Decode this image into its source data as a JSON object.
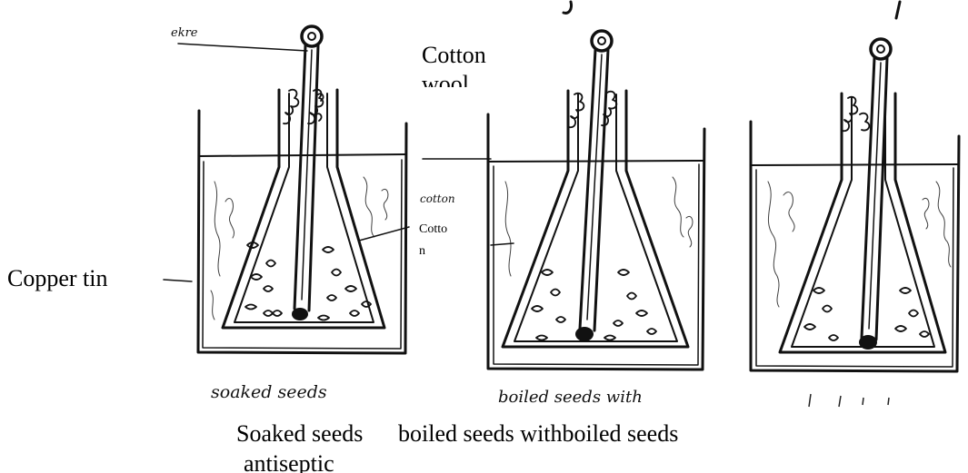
{
  "labels": {
    "thermometer_hand": "ekre",
    "cotton_wool_line1": "Cotton",
    "cotton_wool_line2": "wool",
    "cotton_small_hand": "cotton",
    "cotton_boxed_line1": "Cotto",
    "cotton_boxed_line2": "n",
    "copper_tin": "Copper tin"
  },
  "handwritten_captions": {
    "flask_1": "soaked seeds",
    "flask_2": "boiled seeds with"
  },
  "captions": {
    "flask_1_line1": "Soaked seeds",
    "flask_1_line2": "antiseptic",
    "flask_2_and_3": "boiled seeds withboiled seeds"
  }
}
